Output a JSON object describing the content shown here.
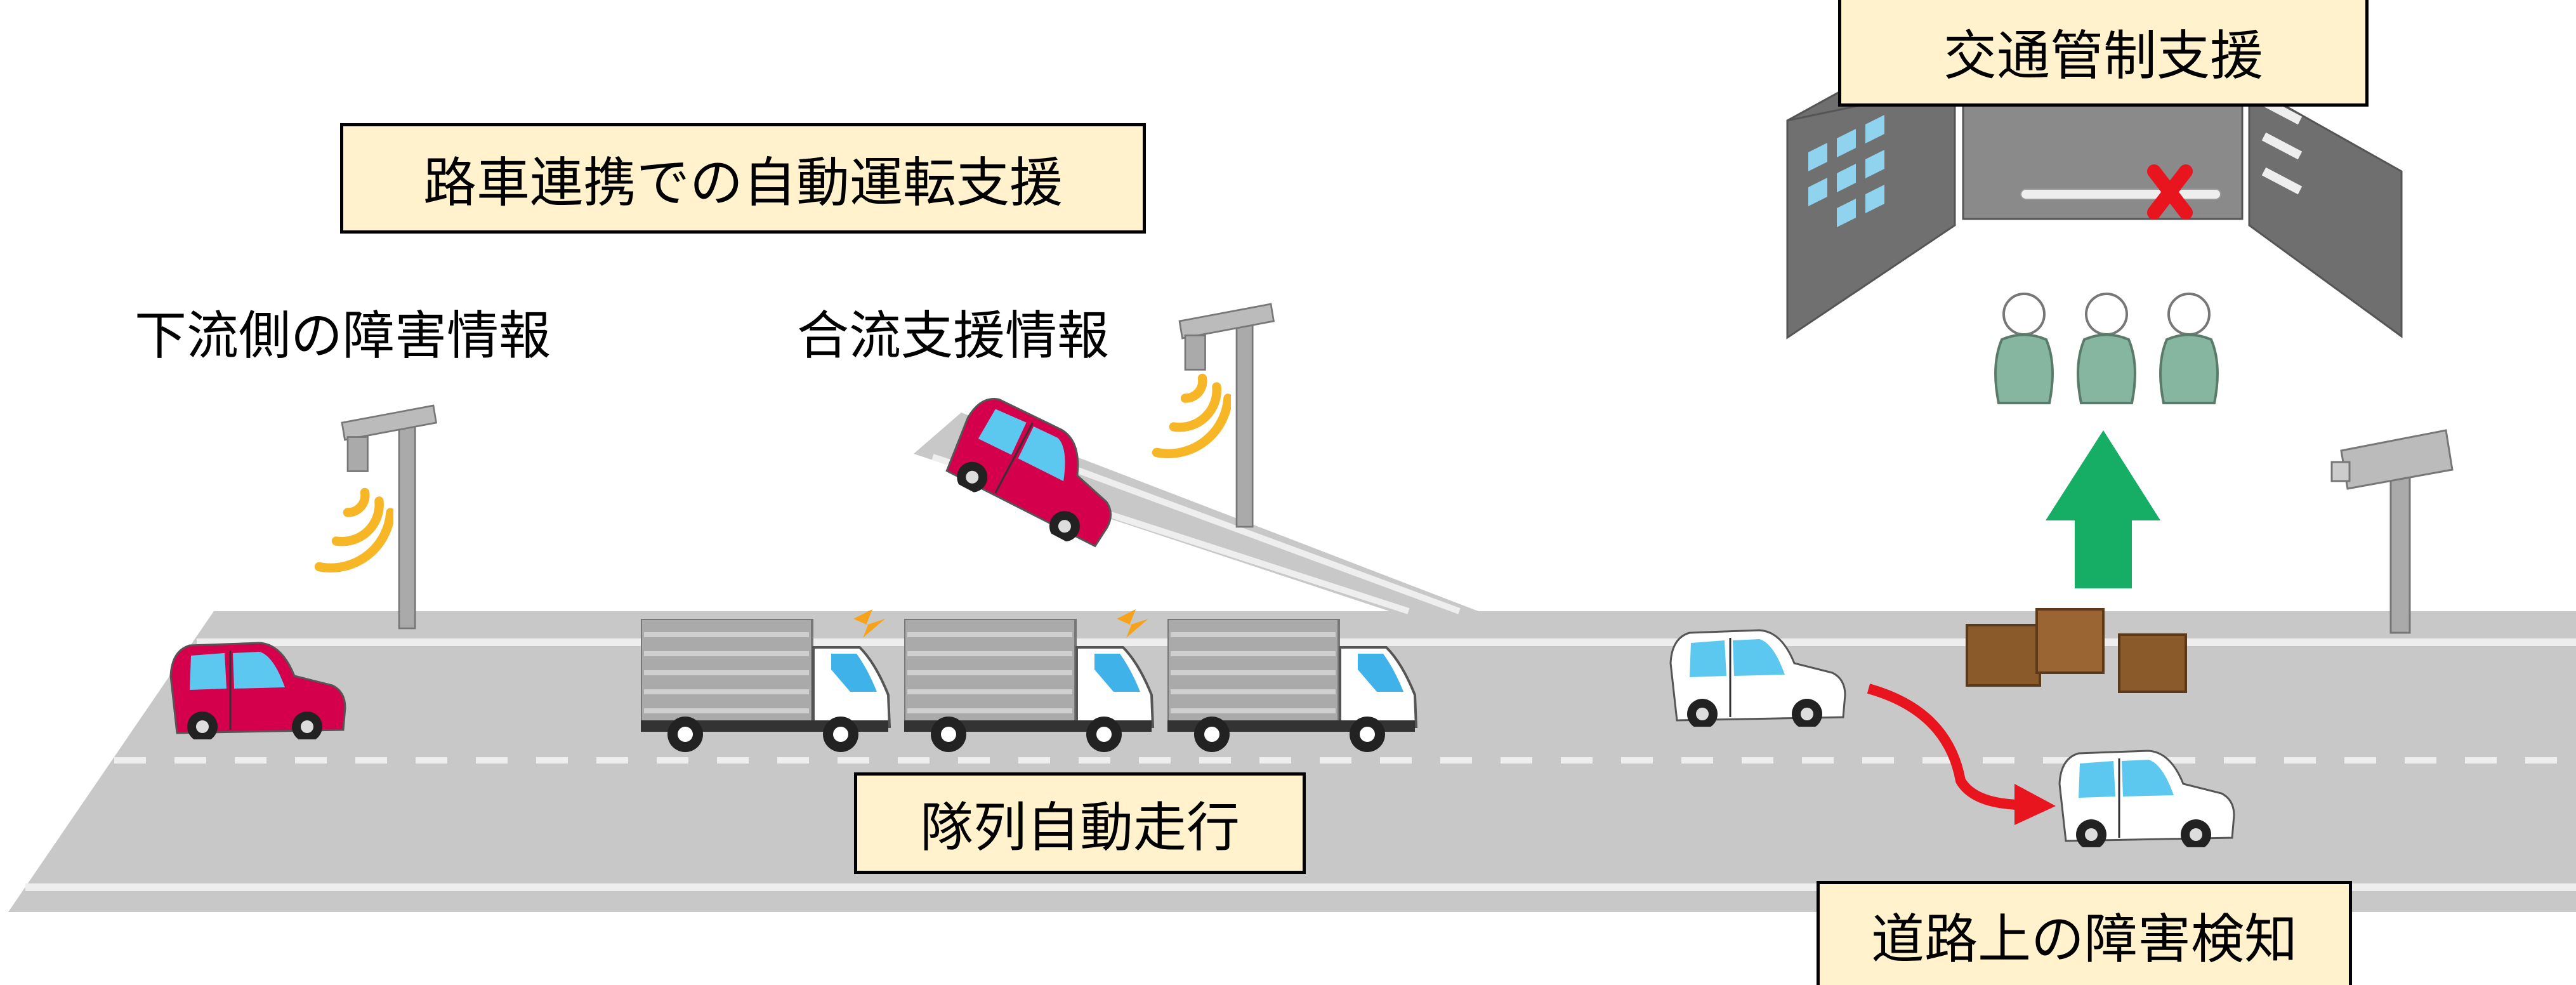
{
  "title_boxes": {
    "roadside_cooperation": "路車連携での自動運転支援",
    "traffic_control": "交通管制支援",
    "platooning": "隊列自動走行",
    "obstacle_detection": "道路上の障害検知"
  },
  "labels": {
    "downstream_obstacle_info": "下流側の障害情報",
    "merge_support_info": "合流支援情報"
  },
  "colors": {
    "box_fill": "#fff2cc",
    "road": "#c8c8c8",
    "red_car": "#d4004c",
    "signal": "#f6b626",
    "green_arrow": "#16ad64",
    "red_arrow": "#e8141e",
    "cargo_box": "#8b5a2b",
    "operator": "#86b5a0"
  }
}
